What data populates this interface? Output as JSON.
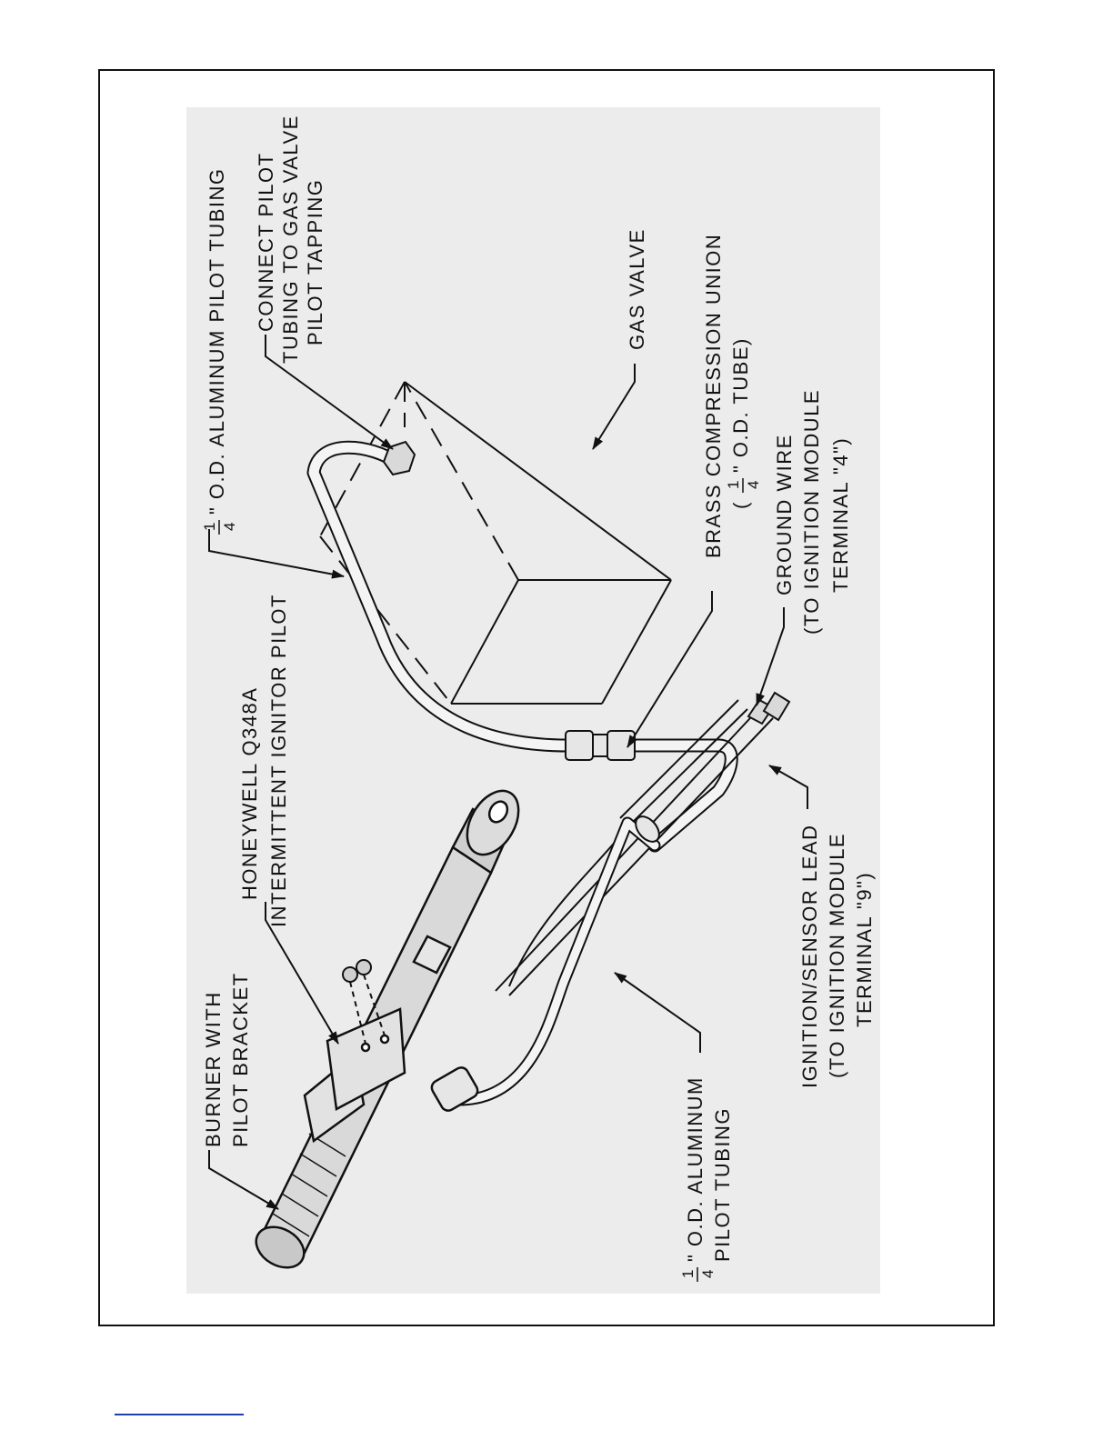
{
  "labels": {
    "quarter_inch_tubing_top": {
      "fraction_num": "1",
      "fraction_den": "4",
      "text": "\" O.D. ALUMINUM PILOT TUBING"
    },
    "connect_pilot": {
      "line1": "CONNECT PILOT",
      "line2": "TUBING TO GAS VALVE",
      "line3": "PILOT TAPPING"
    },
    "gas_valve": "GAS VALVE",
    "brass_union": {
      "line1": "BRASS COMPRESSION UNION",
      "line2_prefix": "(",
      "fraction_num": "1",
      "fraction_den": "4",
      "line2_suffix": "\" O.D. TUBE)"
    },
    "ground_wire": {
      "line1": "GROUND WIRE",
      "line2": "(TO IGNITION MODULE",
      "line3": "TERMINAL \"4\")"
    },
    "honeywell": {
      "line1": "HONEYWELL Q348A",
      "line2": "INTERMITTENT IGNITOR PILOT"
    },
    "burner": {
      "line1": "BURNER WITH",
      "line2": "PILOT BRACKET"
    },
    "ignition_lead": {
      "line1": "IGNITION/SENSOR LEAD",
      "line2": "(TO IGNITION MODULE",
      "line3": "TERMINAL \"9\")"
    },
    "quarter_inch_tubing_bottom": {
      "fraction_num": "1",
      "fraction_den": "4",
      "line1": "\" O.D. ALUMINUM",
      "line2": "PILOT TUBING"
    }
  },
  "colors": {
    "line": "#111111",
    "panel": "#ececec",
    "part_fill": "#d9d9d9",
    "tube_fill": "#f4f4f4",
    "footer_rule": "#1d3fa8"
  }
}
